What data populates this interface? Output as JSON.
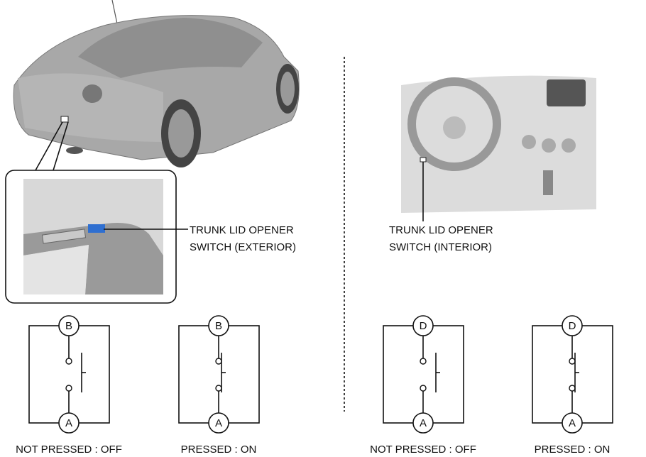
{
  "callouts": {
    "exterior": {
      "line1": "TRUNK LID OPENER",
      "line2": "SWITCH (EXTERIOR)"
    },
    "interior": {
      "line1": "TRUNK LID OPENER",
      "line2": "SWITCH (INTERIOR)"
    }
  },
  "switches": [
    {
      "top_terminal": "B",
      "bottom_terminal": "A",
      "state": "NOT PRESSED : OFF",
      "closed": false
    },
    {
      "top_terminal": "B",
      "bottom_terminal": "A",
      "state": "PRESSED : ON",
      "closed": true
    },
    {
      "top_terminal": "D",
      "bottom_terminal": "A",
      "state": "NOT PRESSED : OFF",
      "closed": false
    },
    {
      "top_terminal": "D",
      "bottom_terminal": "A",
      "state": "PRESSED : ON",
      "closed": true
    }
  ],
  "colors": {
    "switch_highlight": "#2f6fd0",
    "body_gray": "#9a9a9a"
  }
}
